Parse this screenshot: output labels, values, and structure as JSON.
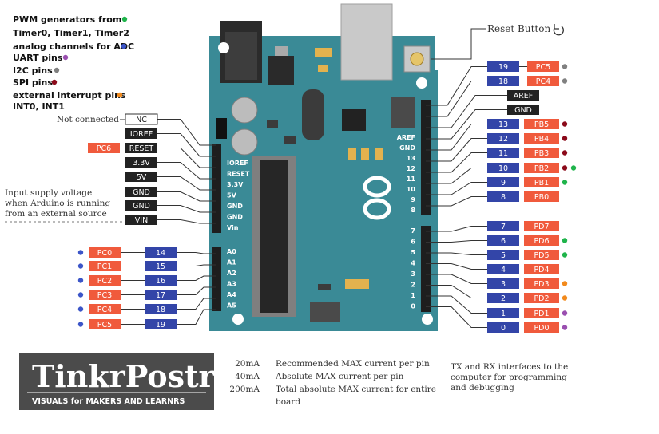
{
  "legend": [
    {
      "text": "PWM generators from",
      "color": "#1fb44b",
      "dot": true
    },
    {
      "text": "Timer0, Timer1, Timer2",
      "color": "",
      "dot": false
    },
    {
      "text": "analog channels for ADC",
      "color": "#3b55c8",
      "dot": true
    },
    {
      "text": "UART pins",
      "color": "#9a4fb0",
      "dot": true
    },
    {
      "text": "I2C pins",
      "color": "#808080",
      "dot": true
    },
    {
      "text": "SPI pins",
      "color": "#8b0a1a",
      "dot": true
    },
    {
      "text": "external interrupt pins",
      "color": "#f28a1c",
      "dot": true
    },
    {
      "text": "INT0, INT1",
      "color": "",
      "dot": false
    }
  ],
  "reset_button_label": "Reset Button",
  "not_connected_label": "Not connected",
  "input_supply_note": [
    "Input supply voltage",
    "when Arduino is running",
    "from an external source"
  ],
  "power_pins": [
    {
      "label": "NC",
      "alt": "",
      "style": "white"
    },
    {
      "label": "IOREF",
      "alt": "",
      "style": "black"
    },
    {
      "label": "RESET",
      "alt": "PC6",
      "style": "black"
    },
    {
      "label": "3.3V",
      "alt": "",
      "style": "black"
    },
    {
      "label": "5V",
      "alt": "",
      "style": "black"
    },
    {
      "label": "GND",
      "alt": "",
      "style": "black"
    },
    {
      "label": "GND",
      "alt": "",
      "style": "black"
    },
    {
      "label": "VIN",
      "alt": "",
      "style": "black"
    }
  ],
  "analog_pins": [
    {
      "port": "PC0",
      "num": "14",
      "dot": "#3b55c8"
    },
    {
      "port": "PC1",
      "num": "15",
      "dot": "#3b55c8"
    },
    {
      "port": "PC2",
      "num": "16",
      "dot": "#3b55c8"
    },
    {
      "port": "PC3",
      "num": "17",
      "dot": "#3b55c8"
    },
    {
      "port": "PC4",
      "num": "18",
      "dot": "#3b55c8"
    },
    {
      "port": "PC5",
      "num": "19",
      "dot": "#3b55c8"
    }
  ],
  "top_right_pins": [
    {
      "num": "19",
      "port": "PC5",
      "dots": [
        "#808080"
      ]
    },
    {
      "num": "18",
      "port": "PC4",
      "dots": [
        "#808080"
      ]
    }
  ],
  "aref_gnd": [
    "AREF",
    "GND"
  ],
  "digital_high": [
    {
      "num": "13",
      "port": "PB5",
      "dots": [
        "#8b0a1a"
      ]
    },
    {
      "num": "12",
      "port": "PB4",
      "dots": [
        "#8b0a1a"
      ]
    },
    {
      "num": "11",
      "port": "PB3",
      "dots": [
        "#8b0a1a"
      ]
    },
    {
      "num": "10",
      "port": "PB2",
      "dots": [
        "#8b0a1a",
        "#1fb44b"
      ]
    },
    {
      "num": "9",
      "port": "PB1",
      "dots": [
        "#1fb44b"
      ]
    },
    {
      "num": "8",
      "port": "PB0",
      "dots": []
    }
  ],
  "digital_low": [
    {
      "num": "7",
      "port": "PD7",
      "dots": []
    },
    {
      "num": "6",
      "port": "PD6",
      "dots": [
        "#1fb44b"
      ]
    },
    {
      "num": "5",
      "port": "PD5",
      "dots": [
        "#1fb44b"
      ]
    },
    {
      "num": "4",
      "port": "PD4",
      "dots": []
    },
    {
      "num": "3",
      "port": "PD3",
      "dots": [
        "#f28a1c"
      ]
    },
    {
      "num": "2",
      "port": "PD2",
      "dots": [
        "#f28a1c"
      ]
    },
    {
      "num": "1",
      "port": "PD1",
      "dots": [
        "#9a4fb0"
      ]
    },
    {
      "num": "0",
      "port": "PD0",
      "dots": [
        "#9a4fb0"
      ]
    }
  ],
  "board_left_labels": [
    "IOREF",
    "RESET",
    "3.3V",
    "5V",
    "GND",
    "GND",
    "Vin"
  ],
  "board_analog_labels": [
    "A0",
    "A1",
    "A2",
    "A3",
    "A4",
    "A5"
  ],
  "board_right_labels_high": [
    "AREF",
    "GND",
    "13",
    "12",
    "11",
    "10",
    "9",
    "8"
  ],
  "board_right_labels_low": [
    "7",
    "6",
    "5",
    "4",
    "3",
    "2",
    "1",
    "0"
  ],
  "current_specs": [
    {
      "value": "20mA",
      "desc": "Recommended MAX current per pin"
    },
    {
      "value": "40mA",
      "desc": "Absolute MAX current per pin"
    },
    {
      "value": "200mA",
      "desc": "Total absolute MAX current for entire"
    },
    {
      "value": "",
      "desc": "board"
    }
  ],
  "tx_rx_note": [
    "TX and RX  interfaces to the",
    "computer for programming",
    "and debugging"
  ],
  "brand": {
    "name": "TinkrPostr",
    "tagline": "VISUALS for MAKERS AND LEARNRS"
  },
  "colors": {
    "board": "#3a8a96",
    "blue_box": "#3345a8",
    "red_box": "#f05a3c",
    "black_box": "#222222"
  }
}
